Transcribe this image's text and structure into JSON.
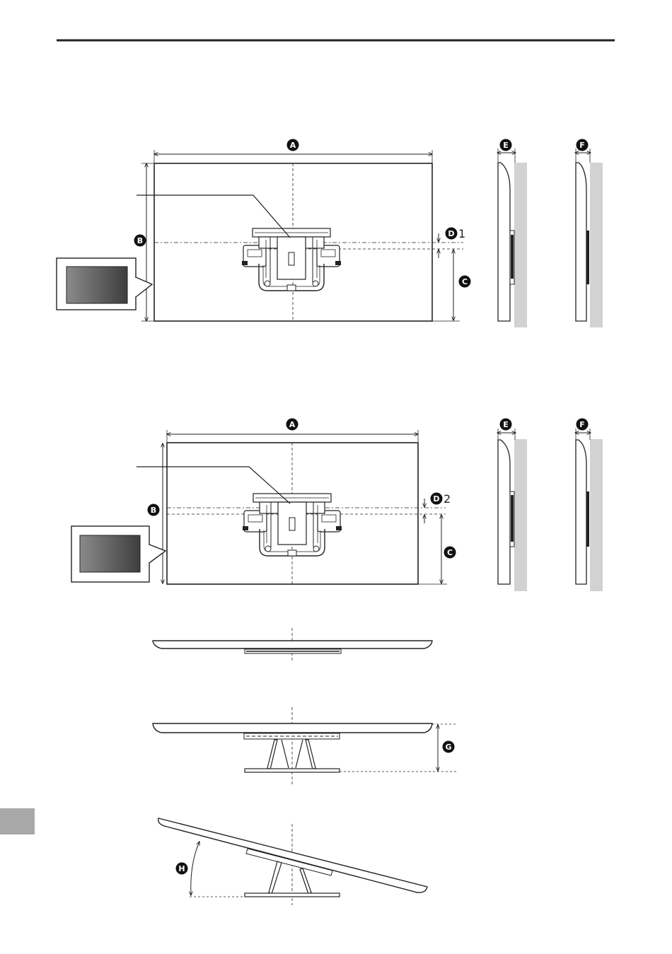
{
  "labels": {
    "A": "A",
    "B": "B",
    "C": "C",
    "D": "D",
    "E": "E",
    "F": "F",
    "G": "G",
    "H": "H",
    "d_suffix_1": "1",
    "d_suffix_2": "2"
  },
  "colors": {
    "line": "#222222",
    "wall": "#d2d2d2",
    "screen_dark": "#4a4a4a",
    "screen_light": "#8a8a8a",
    "page_tab": "#a8a8a8"
  }
}
